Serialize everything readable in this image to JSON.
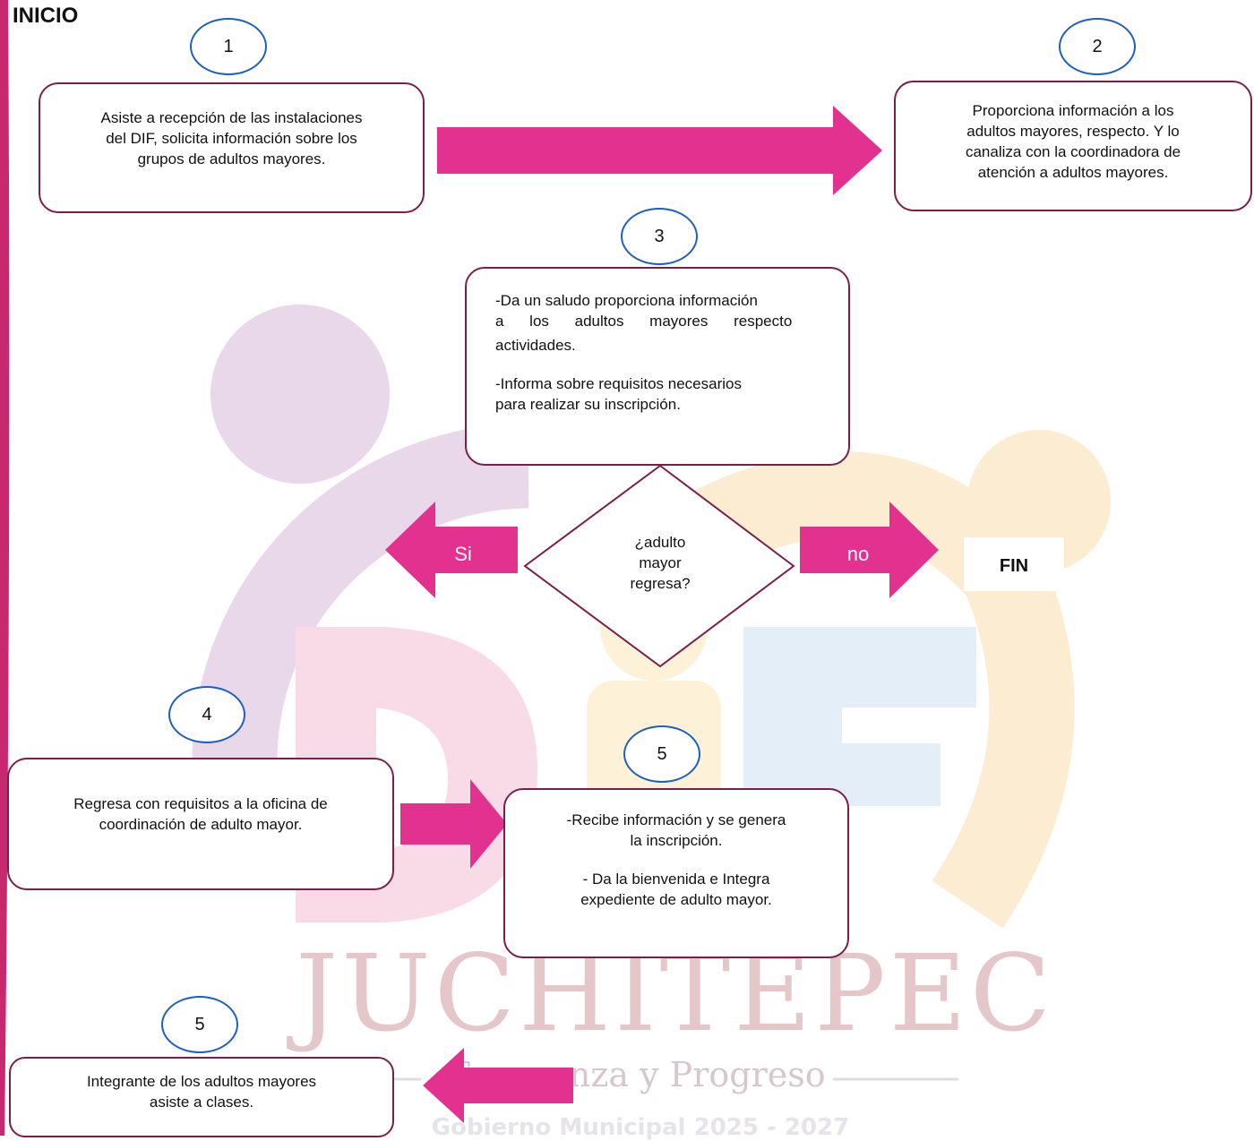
{
  "header": {
    "start_label": "INICIO"
  },
  "steps": [
    {
      "number": "1",
      "lines": [
        "Asiste a recepción de las instalaciones",
        "del DIF, solicita información sobre los",
        "grupos de adultos mayores."
      ]
    },
    {
      "number": "2",
      "lines": [
        "Proporciona información a los",
        "adultos mayores, respecto. Y lo",
        "canaliza con la coordinadora de",
        "atención a adultos mayores."
      ]
    },
    {
      "number": "3",
      "paragraphs": [
        [
          "-Da un saludo proporciona información",
          "a los adultos mayores respecto",
          "actividades."
        ],
        [
          "-Informa sobre requisitos necesarios",
          "para realizar su inscripción."
        ]
      ]
    },
    {
      "number": "4",
      "lines": [
        "Regresa con requisitos a la oficina de",
        "coordinación de adulto mayor."
      ]
    },
    {
      "number": "5",
      "paragraphs": [
        [
          "-Recibe información y se genera",
          "la inscripción."
        ],
        [
          "- Da la bienvenida e Integra",
          "expediente de adulto mayor."
        ]
      ]
    },
    {
      "number": "5",
      "lines": [
        "Integrante de los adultos mayores",
        "asiste a clases."
      ]
    }
  ],
  "decision": {
    "lines": [
      "¿adulto",
      "mayor",
      "regresa?"
    ],
    "yes_label": "Si",
    "no_label": "no"
  },
  "end_label": "FIN",
  "watermark": {
    "title": "JUCHITEPEC",
    "tagline": "Esperanza y Progreso",
    "footer": "Gobierno Municipal 2025 - 2027"
  },
  "colors": {
    "arrow": "#e3318f",
    "box_border": "#7a1f4b",
    "circle_border": "#1f5fbf",
    "page_edge": "#c8286e"
  }
}
